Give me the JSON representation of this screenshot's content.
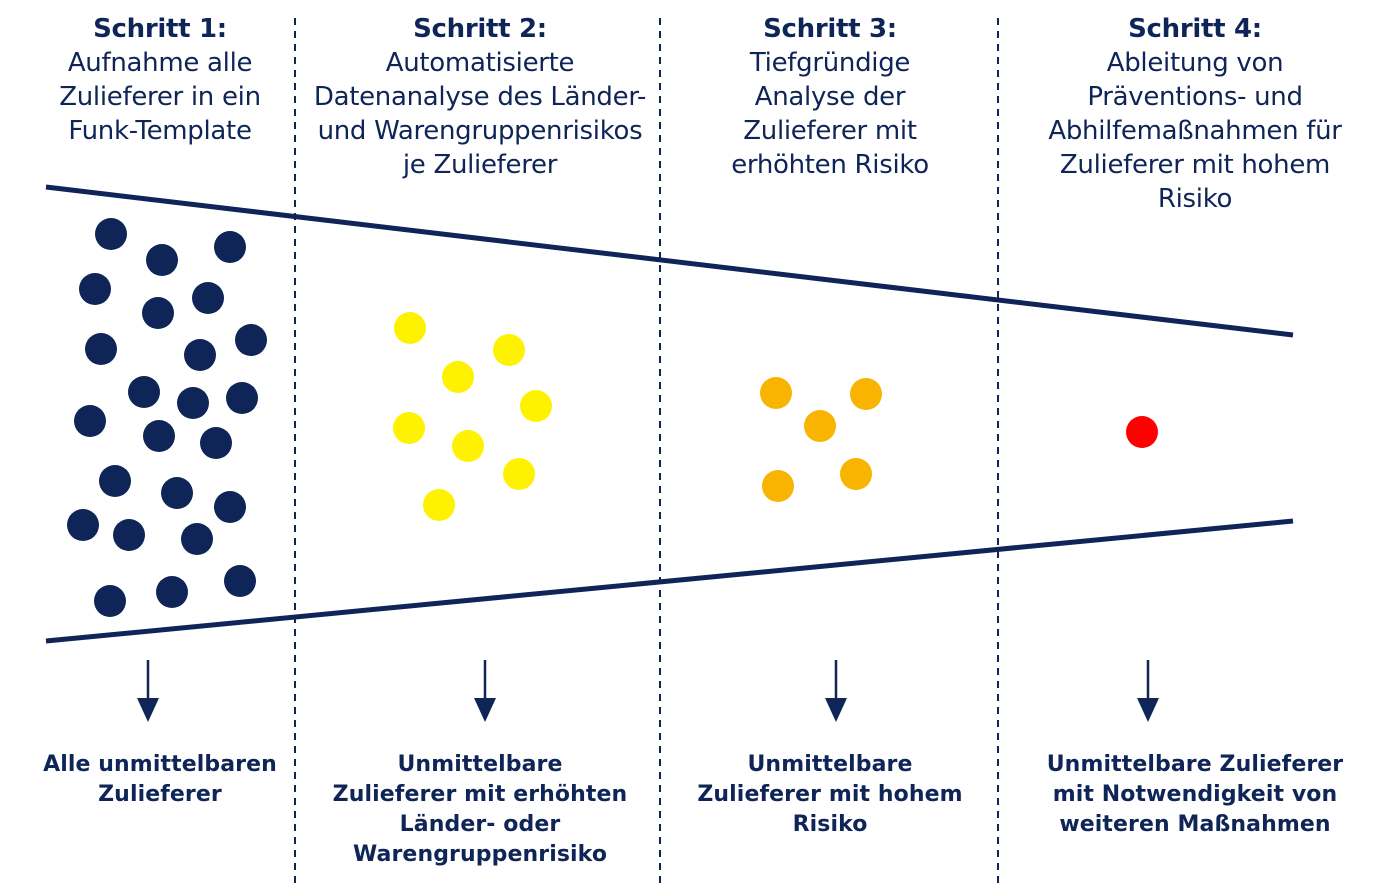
{
  "colors": {
    "primary": "#0f2557",
    "yellow": "#fff200",
    "orange": "#f8b400",
    "red": "#ff0000",
    "background": "#ffffff"
  },
  "steps": [
    {
      "title": "Schritt 1:",
      "description": "Aufnahme alle\nZulieferer in ein\nFunk-Template",
      "result": "Alle unmittelbaren\nZulieferer",
      "dot_color": "primary",
      "dot_count": 25
    },
    {
      "title": "Schritt 2:",
      "description": "Automatisierte\nDatenanalyse des Länder-\nund Warengruppenrisikos\nje Zulieferer",
      "result": "Unmittelbare\nZulieferer mit erhöhten\nLänder- oder\nWarengruppenrisiko",
      "dot_color": "yellow",
      "dot_count": 8
    },
    {
      "title": "Schritt 3:",
      "description": "Tiefgründige\nAnalyse der\nZulieferer mit\nerhöhten Risiko",
      "result": "Unmittelbare\nZulieferer mit hohem\nRisiko",
      "dot_color": "orange",
      "dot_count": 5
    },
    {
      "title": "Schritt 4:",
      "description": "Ableitung von\nPräventions- und\nAbhilfemaßnahmen für\nZulieferer mit hohem\nRisiko",
      "result": "Unmittelbare Zulieferer\nmit Notwendigkeit von\nweiteren Maßnahmen",
      "dot_color": "red",
      "dot_count": 1
    }
  ]
}
